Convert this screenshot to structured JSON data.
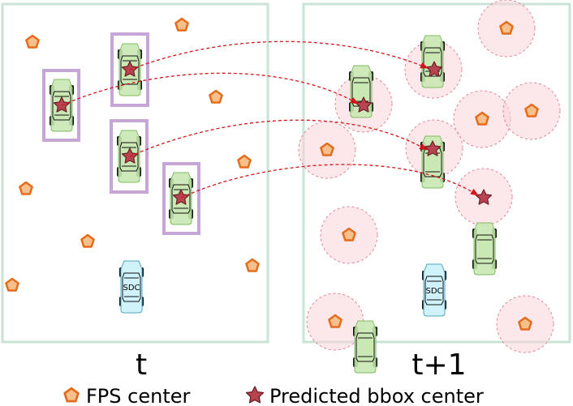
{
  "panels": [
    {
      "label": "t"
    },
    {
      "label": "t+1"
    }
  ],
  "legend": {
    "fps_label": "FPS center",
    "pred_label": "Predicted bbox center"
  },
  "sdc_text": "SDC",
  "colors": {
    "panel_border": "#c9e3d7",
    "fps_fill": "#f7c08a",
    "fps_stroke": "#e46c1c",
    "star_fill": "#b8444f",
    "star_stroke": "#6b1f27",
    "bbox_stroke": "#c5a6d6",
    "car_fill": "#c9e8b3",
    "car_stroke": "#7fbd62",
    "sdc_fill": "#d0f2fa",
    "sdc_stroke": "#4fa5c3",
    "circle_fill": "#f9d3da",
    "circle_stroke": "#e08795",
    "arrow": "#d3141a"
  }
}
